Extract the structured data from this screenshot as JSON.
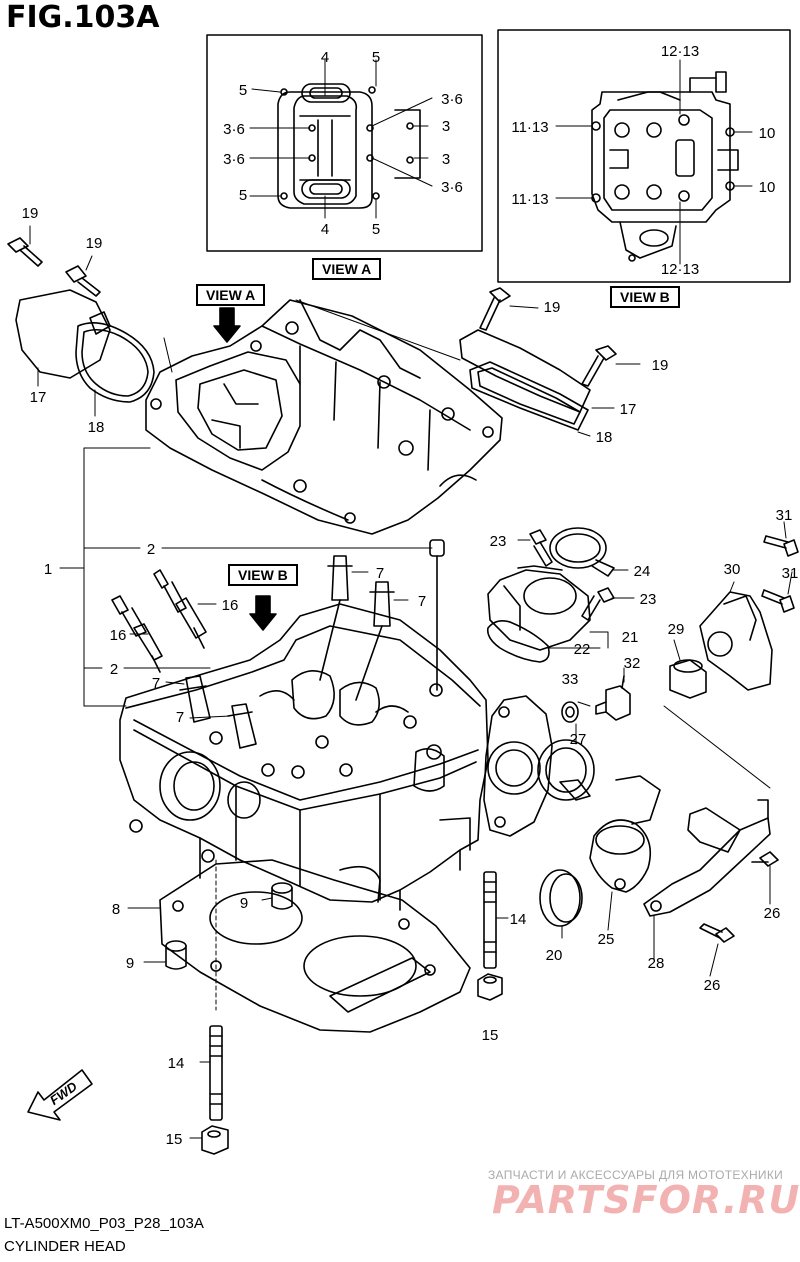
{
  "figure": {
    "title": "FIG.103A",
    "model_code": "LT-A500XM0_P03_P28_103A",
    "caption": "CYLINDER HEAD"
  },
  "views": {
    "view_a_label": "VIEW A",
    "view_b_label": "VIEW B",
    "view_a_tag": "VIEW A",
    "view_b_tag": "VIEW B",
    "view_a_arrow_label": "VIEW A",
    "view_b_arrow_label": "VIEW B"
  },
  "view_a_callouts": [
    "4",
    "5",
    "5",
    "3·6",
    "3·6",
    "3",
    "3·6",
    "3",
    "5",
    "3·6",
    "4",
    "5"
  ],
  "view_b_callouts": [
    "12·13",
    "11·13",
    "10",
    "11·13",
    "10",
    "12·13"
  ],
  "callouts": [
    "19",
    "19",
    "17",
    "18",
    "19",
    "19",
    "17",
    "18",
    "1",
    "2",
    "2",
    "16",
    "16",
    "7",
    "7",
    "7",
    "7",
    "23",
    "24",
    "23",
    "22",
    "21",
    "31",
    "30",
    "31",
    "29",
    "33",
    "32",
    "27",
    "8",
    "9",
    "9",
    "14",
    "20",
    "25",
    "28",
    "26",
    "26",
    "15",
    "14",
    "15"
  ],
  "fwd_label": "FWD",
  "watermark": {
    "tagline": "ЗАПЧАСТИ И АКСЕССУАРЫ ДЛЯ МОТОТЕХНИКИ",
    "brand": "PARTSFOR.RU"
  }
}
